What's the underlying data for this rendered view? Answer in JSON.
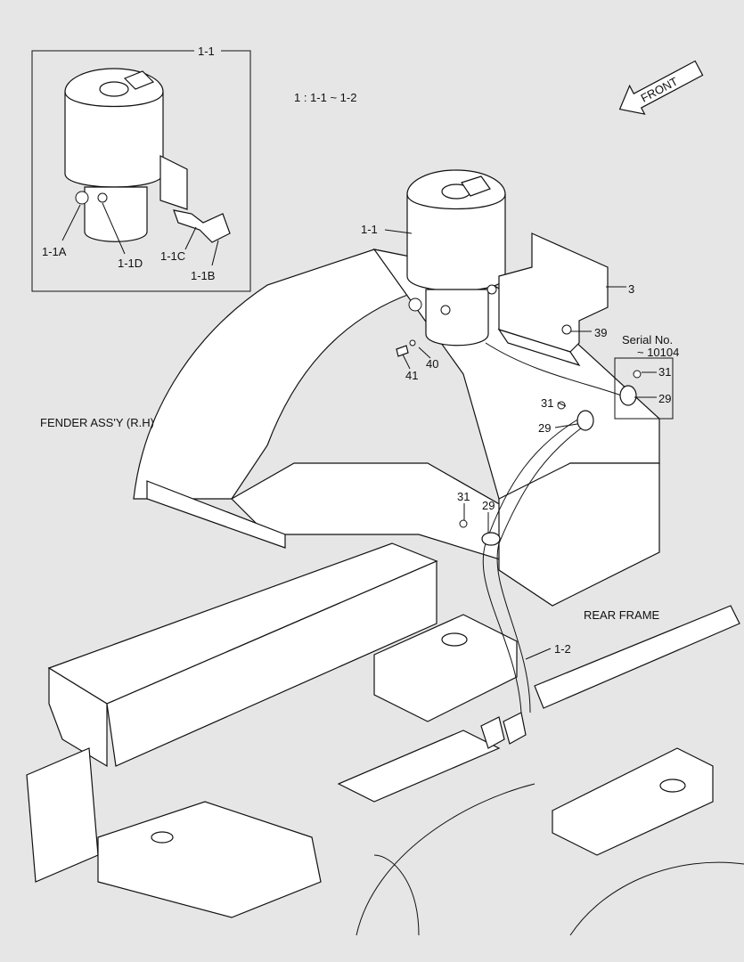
{
  "inset": {
    "title": "1-1",
    "labels": {
      "a": "1-1A",
      "b": "1-1B",
      "c": "1-1C",
      "d": "1-1D"
    }
  },
  "group_note": "1 : 1-1 ~ 1-2",
  "front_label": "FRONT",
  "fender_label": "FENDER ASS'Y (R.H)",
  "rear_frame_label": "REAR FRAME",
  "serial_box": {
    "line1": "Serial No.",
    "line2": "~ 10104"
  },
  "callouts": {
    "pump": "1-1",
    "bracket": "3",
    "bolt_39": "39",
    "washer_40": "40",
    "bolt_41": "41",
    "bolt_31_box": "31",
    "clamp_29_box": "29",
    "bolt_31_a": "31",
    "clamp_29_a": "29",
    "bolt_31_b": "31",
    "clamp_29_b": "29",
    "hose": "1-2"
  }
}
